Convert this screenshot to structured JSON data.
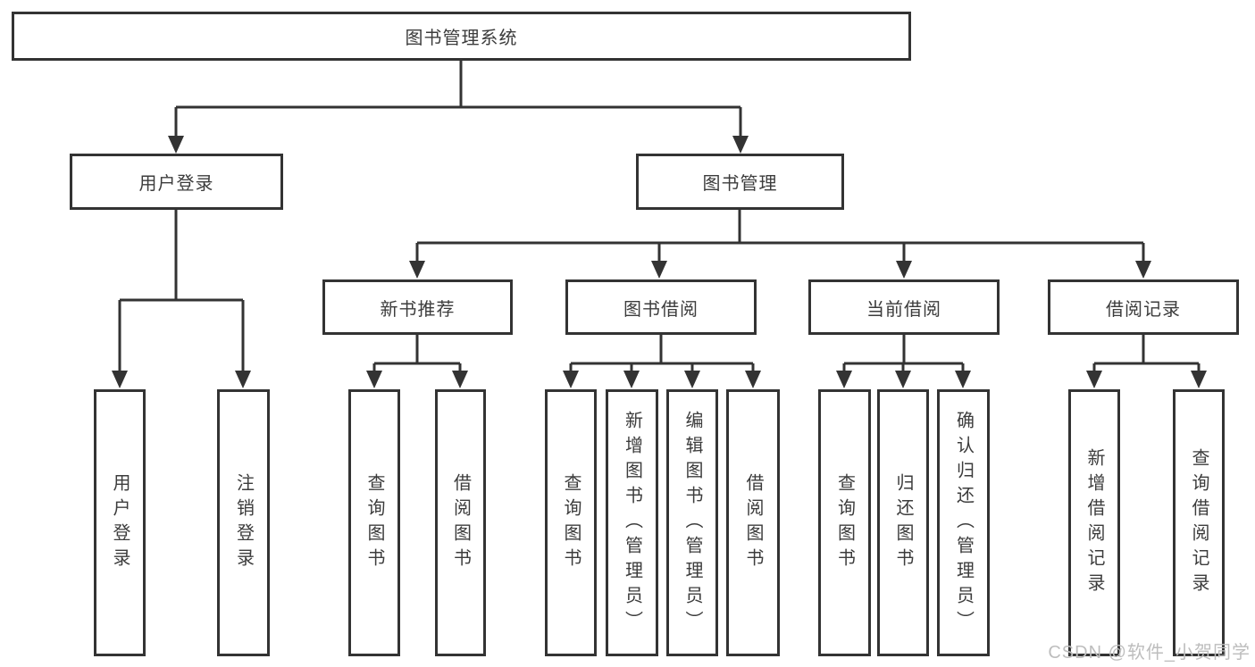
{
  "tree": {
    "label": "图书管理系统",
    "children": [
      {
        "label": "用户登录",
        "children": [
          {
            "label": "用户登录"
          },
          {
            "label": "注销登录"
          }
        ]
      },
      {
        "label": "图书管理",
        "children": [
          {
            "label": "新书推荐",
            "children": [
              {
                "label": "查询图书"
              },
              {
                "label": "借阅图书"
              }
            ]
          },
          {
            "label": "图书借阅",
            "children": [
              {
                "label": "查询图书"
              },
              {
                "label": "新增图书（管理员）"
              },
              {
                "label": "编辑图书（管理员）"
              },
              {
                "label": "借阅图书"
              }
            ]
          },
          {
            "label": "当前借阅",
            "children": [
              {
                "label": "查询图书"
              },
              {
                "label": "归还图书"
              },
              {
                "label": "确认归还（管理员）"
              }
            ]
          },
          {
            "label": "借阅记录",
            "children": [
              {
                "label": "新增借阅记录"
              },
              {
                "label": "查询借阅记录"
              }
            ]
          }
        ]
      }
    ]
  },
  "watermark": {
    "text": "CSDN @软件_小贺同学"
  },
  "colors": {
    "line": "#333333",
    "node_border": "#333333",
    "node_text": "#3c3c3c",
    "watermark": "#bdbdbd",
    "background": "#ffffff"
  }
}
